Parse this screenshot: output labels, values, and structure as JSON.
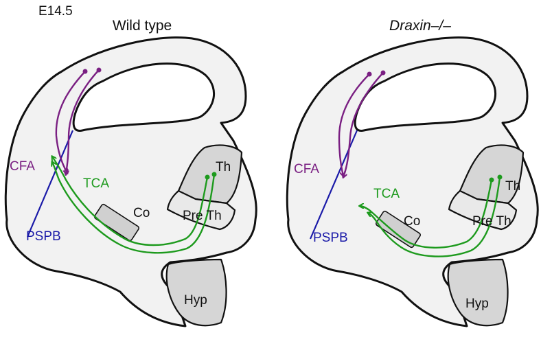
{
  "figure": {
    "stage_label": "E14.5",
    "panels": [
      {
        "title": "Wild type",
        "labels": {
          "th": "Th",
          "preth": "Pre Th",
          "co": "Co",
          "hyp": "Hyp",
          "cfa": "CFA",
          "tca": "TCA",
          "pspb": "PSPB"
        }
      },
      {
        "title": "Draxin–/–",
        "labels": {
          "th": "Th",
          "preth": "Pre Th",
          "co": "Co",
          "hyp": "Hyp",
          "cfa": "CFA",
          "tca": "TCA",
          "pspb": "PSPB"
        }
      }
    ],
    "colors": {
      "tca": "#1d9a1d",
      "cfa": "#7a1f82",
      "pspb": "#1a1aa8",
      "tissue": "#f2f2f2",
      "region": "#d6d6d6"
    }
  }
}
